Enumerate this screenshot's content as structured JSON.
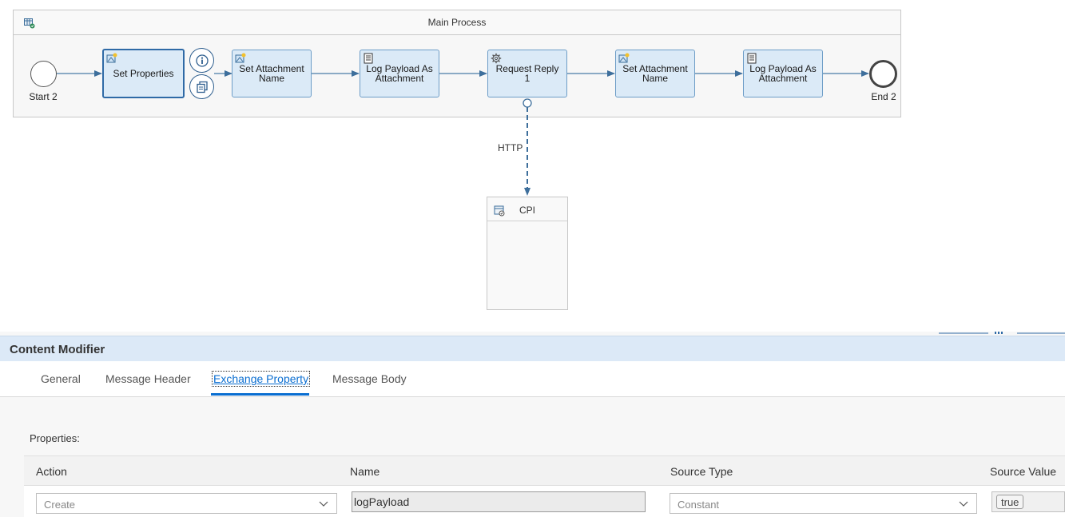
{
  "diagram": {
    "pool_title": "Main Process",
    "start_label": "Start 2",
    "end_label": "End 2",
    "steps": [
      {
        "label": "Set Properties",
        "icon": "content-modifier-icon"
      },
      {
        "label": "Set Attachment Name",
        "icon": "content-modifier-icon"
      },
      {
        "label": "Log Payload As Attachment",
        "icon": "script-icon"
      },
      {
        "label": "Request Reply 1",
        "icon": "gear-icon"
      },
      {
        "label": "Set Attachment Name",
        "icon": "content-modifier-icon"
      },
      {
        "label": "Log Payload As Attachment",
        "icon": "script-icon"
      }
    ],
    "context_buttons": [
      "info-icon",
      "copy-icon"
    ],
    "connection_label": "HTTP",
    "receiver_label": "CPI",
    "colors": {
      "step_fill": "#dbeaf7",
      "step_border": "#6d9dc7",
      "edge": "#4a7ba7"
    }
  },
  "panel": {
    "title": "Content Modifier",
    "tabs": [
      "General",
      "Message Header",
      "Exchange Property",
      "Message Body"
    ],
    "active_tab": "Exchange Property",
    "properties_label": "Properties:",
    "columns": [
      "Action",
      "Name",
      "Source Type",
      "Source Value"
    ],
    "rows": [
      {
        "action": "Create",
        "name": "logPayload",
        "source_type": "Constant",
        "source_value": "true"
      }
    ],
    "accent_color": "#0a6ed1"
  }
}
